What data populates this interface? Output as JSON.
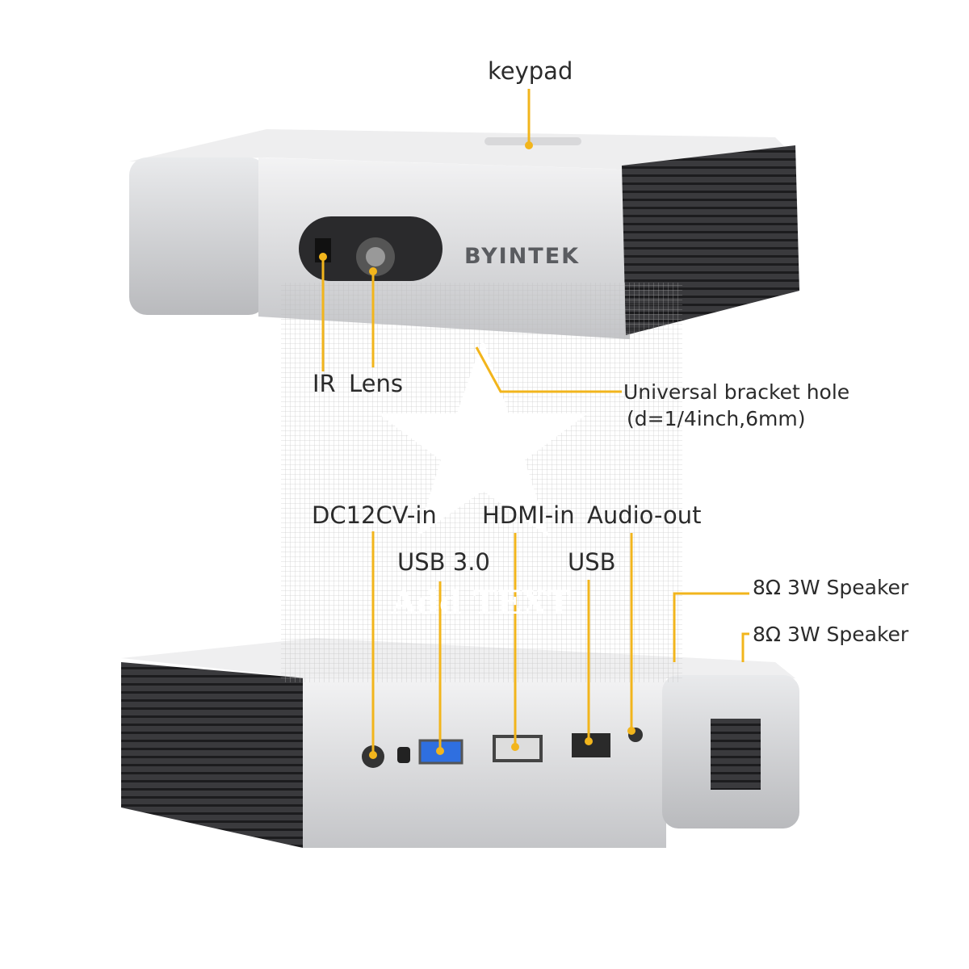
{
  "brand": "BYINTEK",
  "colors": {
    "callout": "#f2b51c",
    "body": "#c9cacc",
    "vent": "#2a2a2c",
    "usb3_blue": "#2f6fe0"
  },
  "callouts": {
    "keypad": "keypad",
    "ir": "IR",
    "lens": "Lens",
    "bracket_hole": "Universal bracket hole",
    "bracket_hole_size": "(d=1/4inch,6mm)",
    "dc_in": "DC12CV-in",
    "hdmi_in": "HDMI-in",
    "audio_out": "Audio-out",
    "usb3": "USB 3.0",
    "usb": "USB",
    "speaker1": "8Ω 3W Speaker",
    "speaker2": "8Ω 3W Speaker"
  },
  "watermark": {
    "text": "Add TEXT",
    "icon": "star-icon"
  }
}
